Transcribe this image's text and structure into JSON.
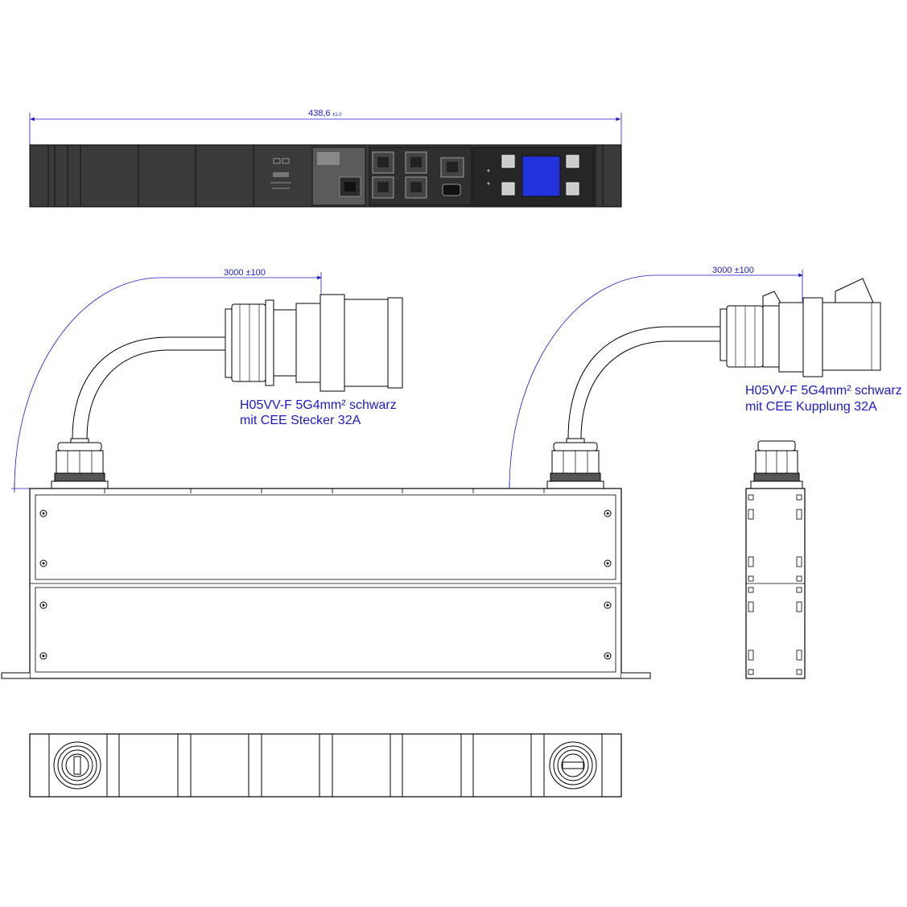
{
  "colors": {
    "dimension": "#1a1acc",
    "outline": "#000000",
    "front_panel": "#3a3a3a",
    "module_panel": "#5a5a5a",
    "display": "#2233dd",
    "paper": "#ffffff"
  },
  "front_view": {
    "width_dimension": "438,6",
    "width_tolerance": "±1,0"
  },
  "left_cable": {
    "length_dimension": "3000 ±100",
    "spec_line1": "H05VV-F 5G4mm² schwarz",
    "spec_line2": "mit CEE Stecker 32A"
  },
  "right_cable": {
    "length_dimension": "3000 ±100",
    "spec_line1": "H05VV-F 5G4mm² schwarz",
    "spec_line2": "mit CEE Kupplung 32A"
  },
  "icons": {
    "front_view": "pdu-front-panel-icon",
    "plug": "cee-plug-icon",
    "coupler": "cee-coupler-icon",
    "gland": "cable-gland-icon",
    "display": "lcd-display-icon",
    "rj45": "rj45-port-icon",
    "usb": "usb-port-icon"
  }
}
